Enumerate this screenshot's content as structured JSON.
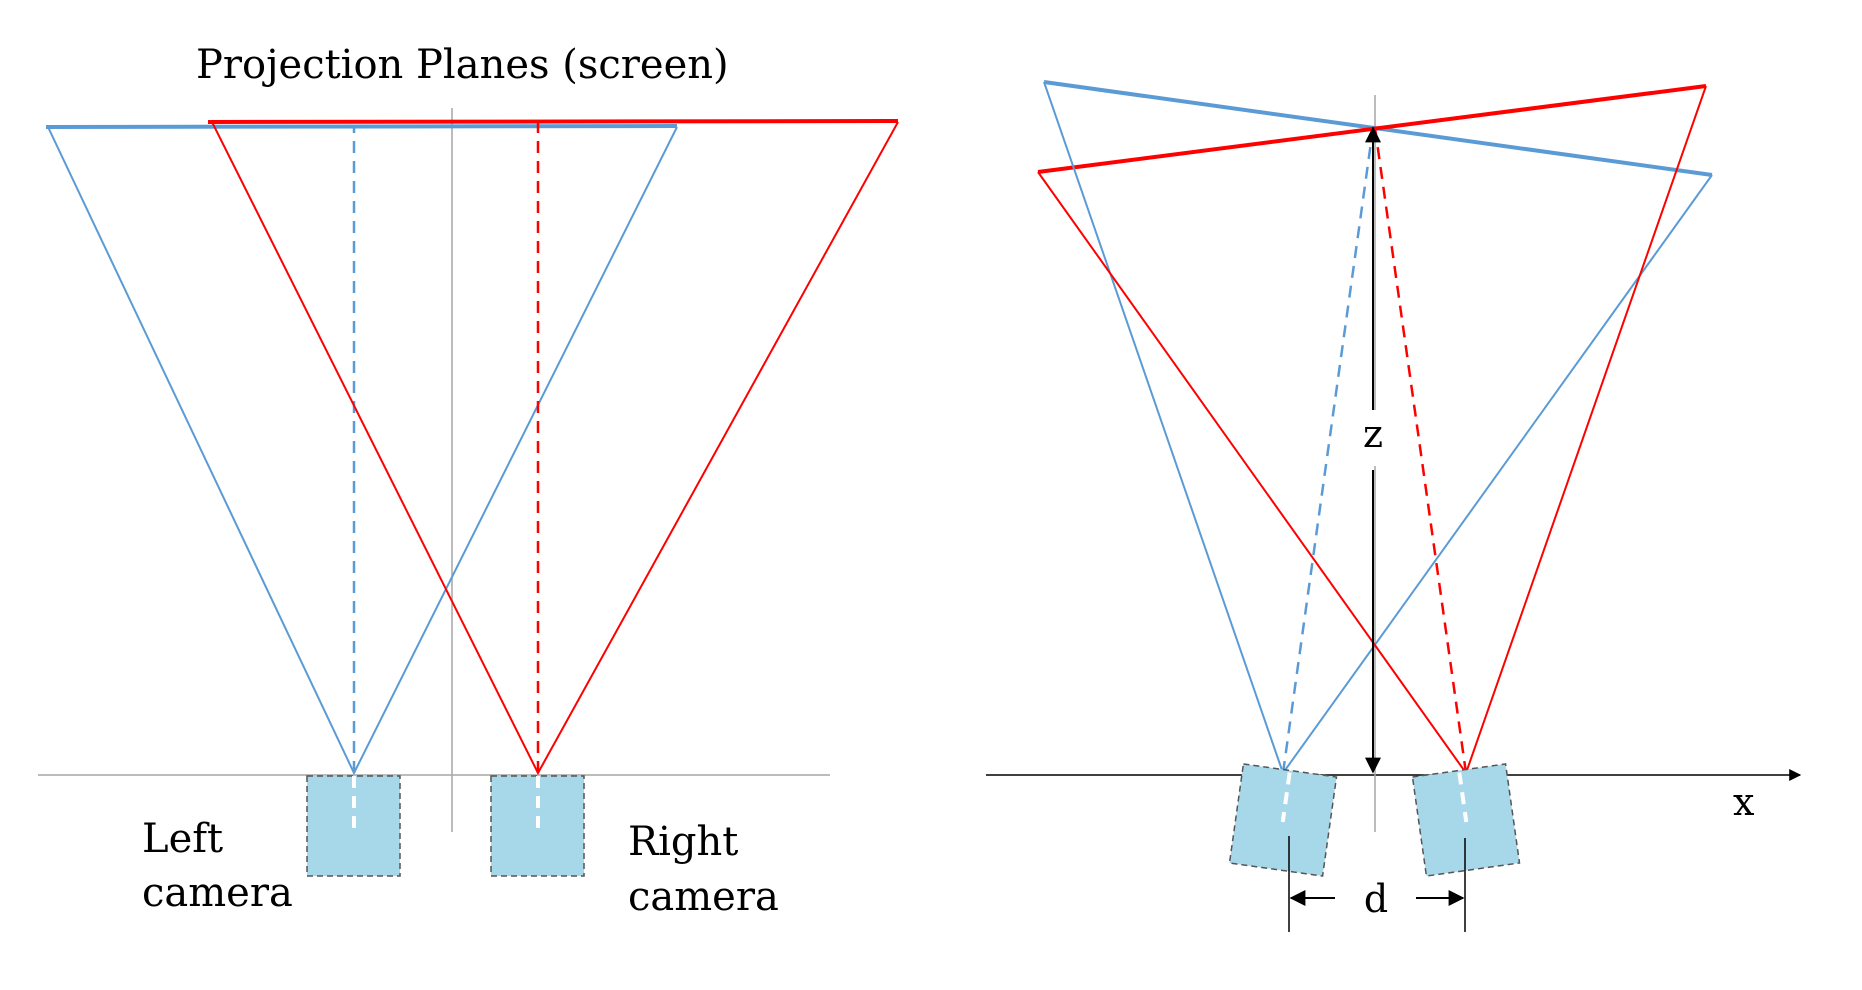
{
  "left_panel": {
    "title": "Projection Planes (screen)",
    "left_camera_label": [
      "Left",
      "camera"
    ],
    "right_camera_label": [
      "Right",
      "camera"
    ]
  },
  "right_panel": {
    "z_label": "z",
    "x_label": "x",
    "d_label": "d"
  },
  "colors": {
    "left_camera": "#5b9bd5",
    "right_camera": "#ff0000",
    "camera_body": "#a7d8ea",
    "axis": "#000000",
    "guide": "#a6a6a6"
  }
}
